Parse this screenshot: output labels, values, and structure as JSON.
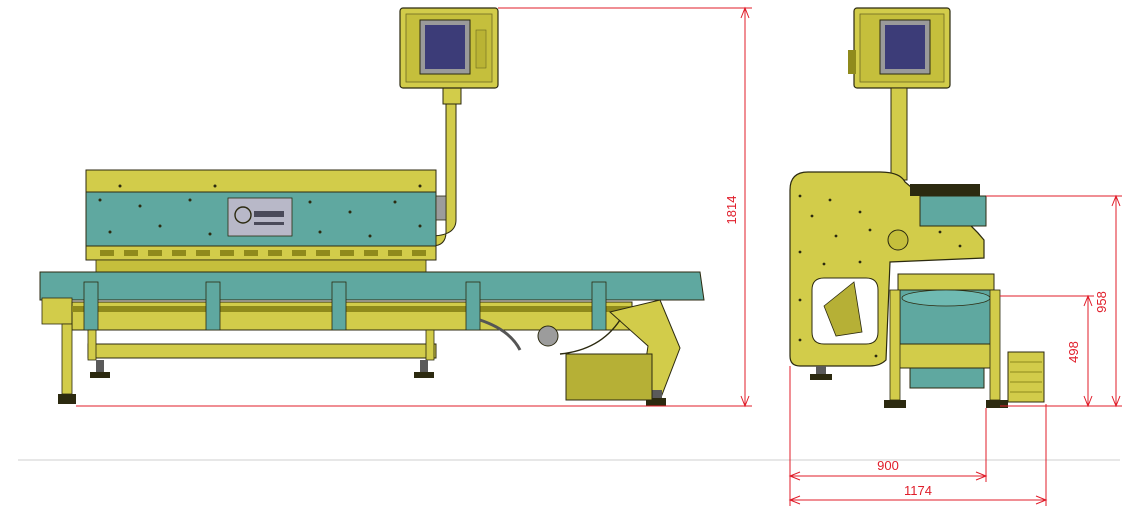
{
  "dimensions": {
    "height_total": "1814",
    "height_infeed": "958",
    "height_outfeed": "498",
    "width_base": "900",
    "width_total": "1174"
  },
  "colors": {
    "frame": "#d2cc4a",
    "frame_dark": "#8f8a1c",
    "teal": "#5fa8a0",
    "teal_dark": "#3f7f78",
    "outline": "#2c2a10",
    "dimension": "#e01d2a",
    "screen": "#3c3c78",
    "logo_plate": "#b8b8c8"
  },
  "icons": {
    "logo": "manufacturer-logo-icon",
    "monitor": "monitor-icon"
  }
}
